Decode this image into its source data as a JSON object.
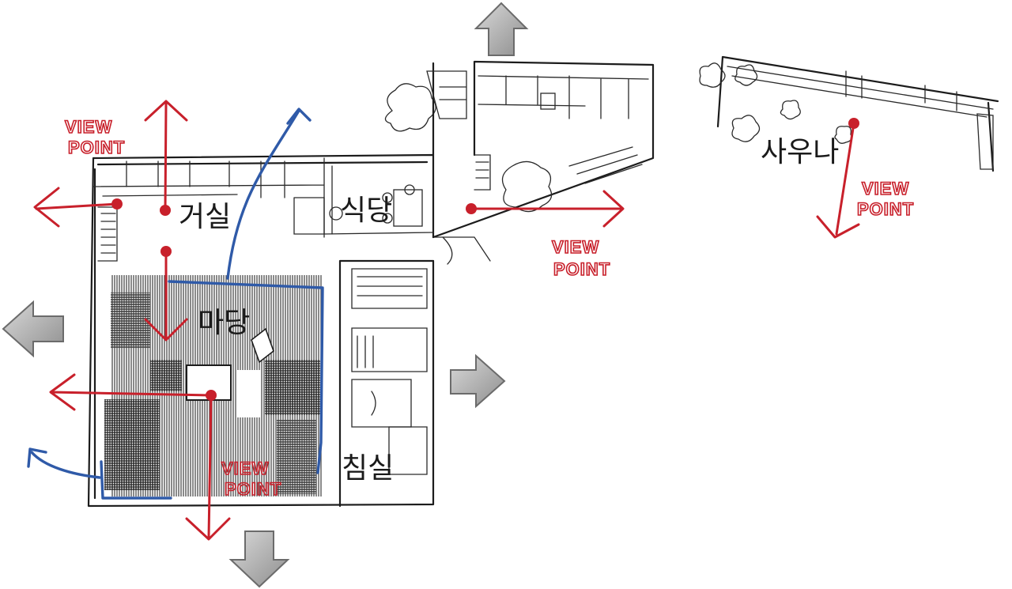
{
  "rooms": {
    "living_room": "거실",
    "dining_room": "식당",
    "courtyard": "마당",
    "bedroom": "침실",
    "sauna": "사우나"
  },
  "view_point_labels": {
    "top_left": [
      "VIEW",
      "POINT"
    ],
    "dining_right": [
      "VIEW",
      "POINT"
    ],
    "courtyard_bottom": [
      "VIEW",
      "POINT"
    ],
    "sauna": [
      "VIEW",
      "POINT"
    ]
  },
  "colors": {
    "view_point_red": "#c8202b",
    "circulation_blue": "#2f5aa8",
    "orientation_arrow_grey": "#8a8a8a",
    "sketch_ink": "#1c1c1c"
  },
  "orientation_arrows": [
    "north-arrow-icon",
    "west-arrow-icon",
    "east-arrow-icon",
    "south-arrow-icon"
  ]
}
